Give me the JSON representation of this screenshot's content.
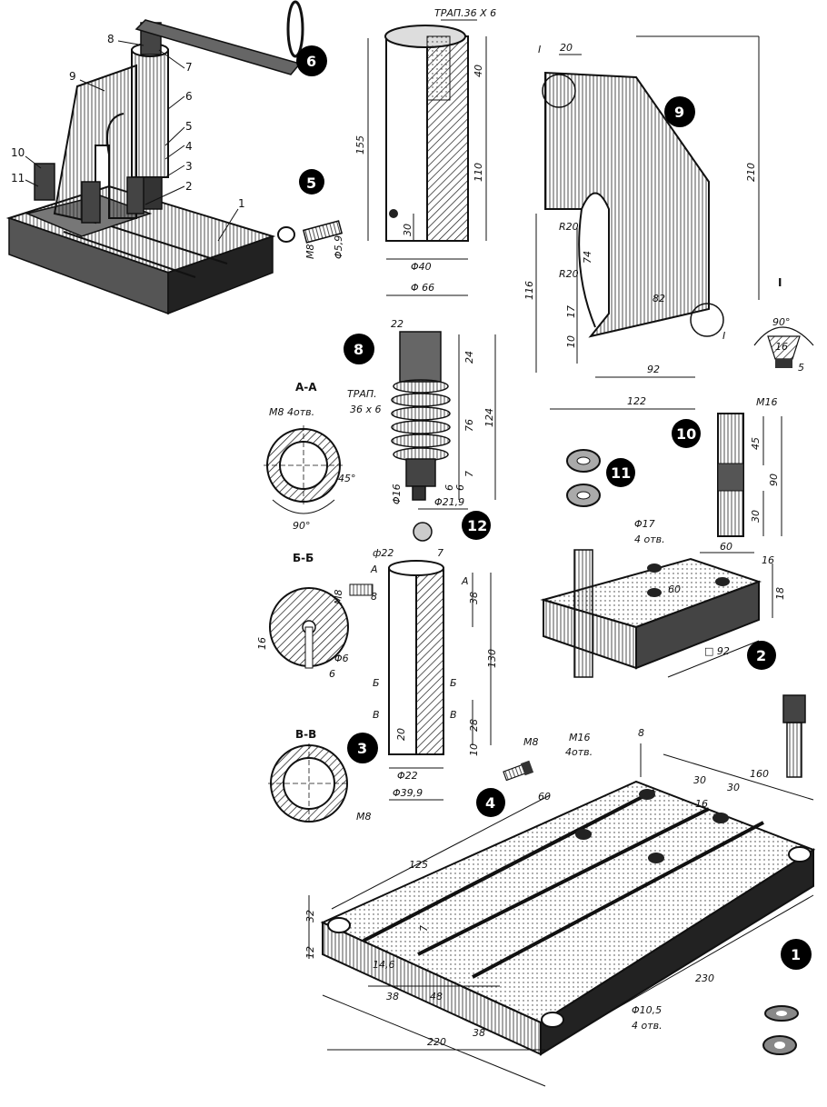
{
  "assembly_callouts": [
    "1",
    "2",
    "3",
    "4",
    "5",
    "6",
    "7",
    "8",
    "9",
    "10",
    "11"
  ],
  "parts": {
    "p1": {
      "badge": "1",
      "dims": {
        "d125": "125",
        "d32": "32",
        "d12": "12",
        "d14_6": "14,6",
        "d7": "7",
        "d38a": "38",
        "d48": "48",
        "d38b": "38",
        "d220": "220",
        "d230": "230",
        "d160": "160",
        "d30a": "30",
        "d30b": "30",
        "d16": "16",
        "d8": "8",
        "d60": "60",
        "m16": "M16",
        "m16n": "4отв.",
        "phi10": "Φ10,5",
        "phi10n": "4 отв."
      }
    },
    "p2": {
      "badge": "2",
      "dims": {
        "phi17": "Φ17",
        "phi17n": "4 отв.",
        "d60": "60",
        "d60b": "60",
        "d16": "16",
        "d18": "18",
        "d92": "□ 92"
      }
    },
    "p3": {
      "badge": "3",
      "dims": {
        "phi22top": "ф22",
        "d7": "7",
        "d8": "8",
        "d38": "38",
        "d130": "130",
        "d28": "28",
        "d10": "10",
        "d20": "20",
        "phi22": "Φ22",
        "phi39": "Φ39,9",
        "m8": "M8",
        "m8b": "M8",
        "d16": "16",
        "phi6": "Φ6",
        "d6": "6",
        "secA": "А",
        "secA2": "А",
        "secB": "Б",
        "secB2": "Б",
        "secV": "В",
        "secV2": "В"
      }
    },
    "p4": {
      "badge": "4",
      "dims": {
        "m8": "M8"
      }
    },
    "p5": {
      "badge": "5",
      "dims": {
        "m8": "M8",
        "phi59": "Φ5,9"
      }
    },
    "p6": {
      "badge": "6"
    },
    "p8": {
      "badge": "8",
      "dims": {
        "d22": "22",
        "d24": "24",
        "d124": "124",
        "d76": "76",
        "d6a": "6",
        "d6b": "6",
        "d7": "7",
        "phi16": "Φ16",
        "phi21": "Φ21,9",
        "trap": "ТРАП.",
        "trap2": "36 х 6"
      }
    },
    "p9": {
      "badge": "9",
      "dims": {
        "d20": "20",
        "d210": "210",
        "r20a": "R20",
        "d74": "74",
        "r20b": "R20",
        "d116": "116",
        "d17": "17",
        "d10": "10",
        "d92": "92",
        "d122": "122",
        "d82": "82",
        "sec": "I",
        "sec2": "I",
        "sec3": "I"
      }
    },
    "p10": {
      "badge": "10",
      "dims": {
        "m16": "M16",
        "d45": "45",
        "d90": "90",
        "d30": "30"
      }
    },
    "p11": {
      "badge": "11"
    },
    "p12": {
      "badge": "12"
    },
    "sleeve": {
      "dims": {
        "trap": "ТРАП.36 Х 6",
        "d40": "40",
        "d155": "155",
        "d110": "110",
        "d30": "30",
        "phi40": "Φ40",
        "phi66": "Φ 66"
      }
    },
    "detailI": {
      "d90": "90°",
      "d16": "16",
      "d5": "5"
    }
  },
  "sections": {
    "AA": {
      "title": "А-А",
      "note": "M8 4отв.",
      "a45": "45°",
      "a90": "90°"
    },
    "BB": {
      "title": "Б-Б"
    },
    "VV": {
      "title": "В-В"
    }
  }
}
